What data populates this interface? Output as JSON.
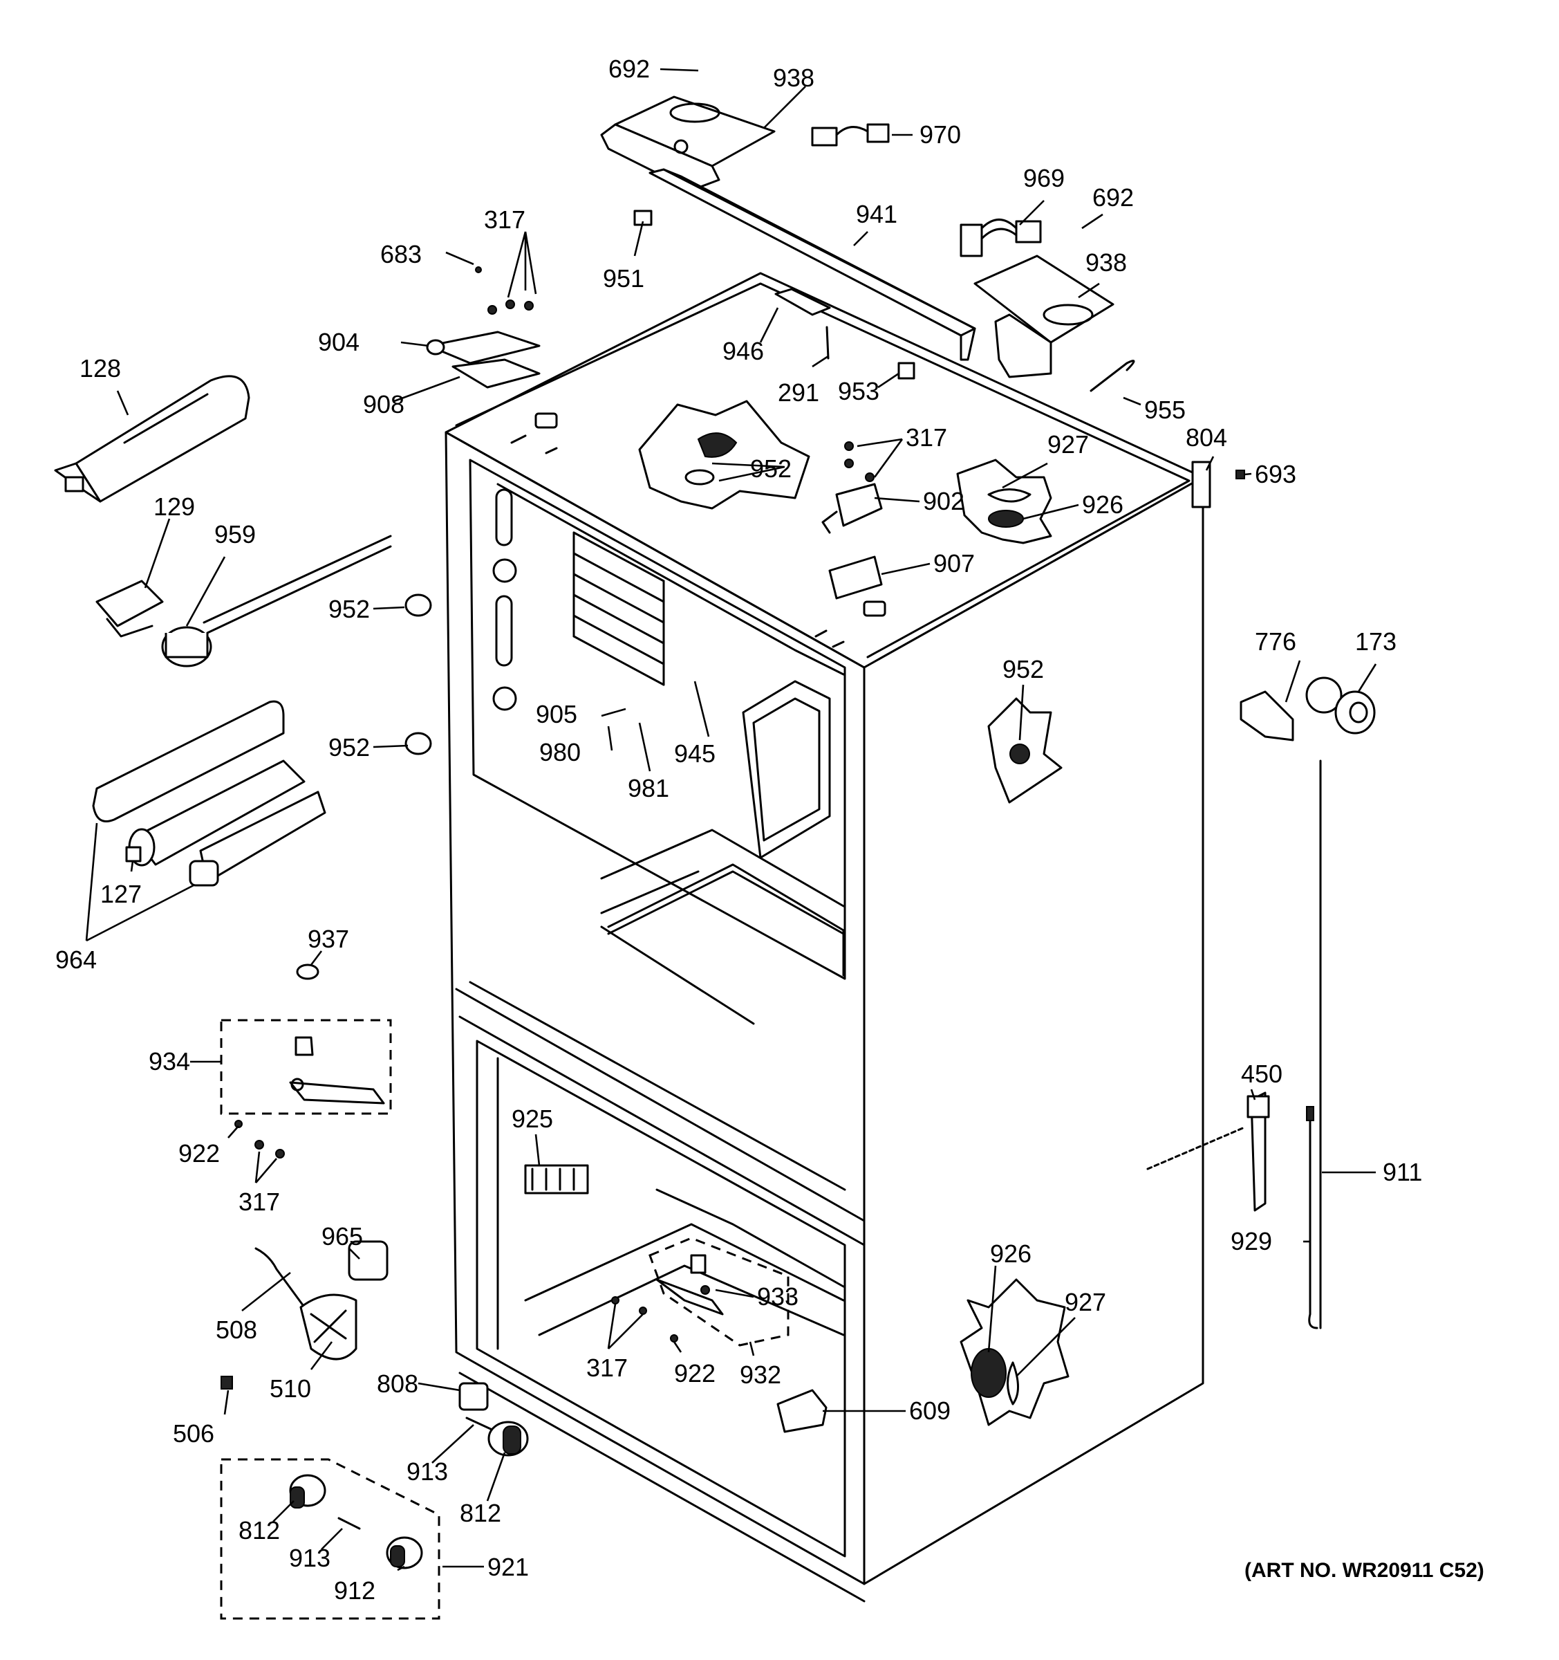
{
  "art_number": "(ART NO. WR20911 C52)",
  "labels": {
    "l692a": "692",
    "l938a": "938",
    "l970": "970",
    "l969": "969",
    "l692b": "692",
    "l941": "941",
    "l938b": "938",
    "l951": "951",
    "l317a": "317",
    "l683": "683",
    "l904": "904",
    "l908": "908",
    "l946": "946",
    "l291": "291",
    "l953": "953",
    "l955": "955",
    "l128": "128",
    "l952a": "952",
    "l317b": "317",
    "l927a": "927",
    "l804": "804",
    "l693": "693",
    "l902": "902",
    "l926a": "926",
    "l907": "907",
    "l129": "129",
    "l959": "959",
    "l952b": "952",
    "l776": "776",
    "l173": "173",
    "l952c": "952",
    "l905": "905",
    "l980": "980",
    "l945": "945",
    "l981": "981",
    "l952d": "952",
    "l127": "127",
    "l964": "964",
    "l937": "937",
    "l934": "934",
    "l922a": "922",
    "l317c": "317",
    "l450": "450",
    "l925": "925",
    "l911": "911",
    "l929": "929",
    "l965": "965",
    "l508": "508",
    "l926b": "926",
    "l927b": "927",
    "l933": "933",
    "l510": "510",
    "l317d": "317",
    "l922b": "922",
    "l932": "932",
    "l808": "808",
    "l506": "506",
    "l609": "609",
    "l913a": "913",
    "l812a": "812",
    "l812b": "812",
    "l913b": "913",
    "l921": "921",
    "l912": "912"
  }
}
